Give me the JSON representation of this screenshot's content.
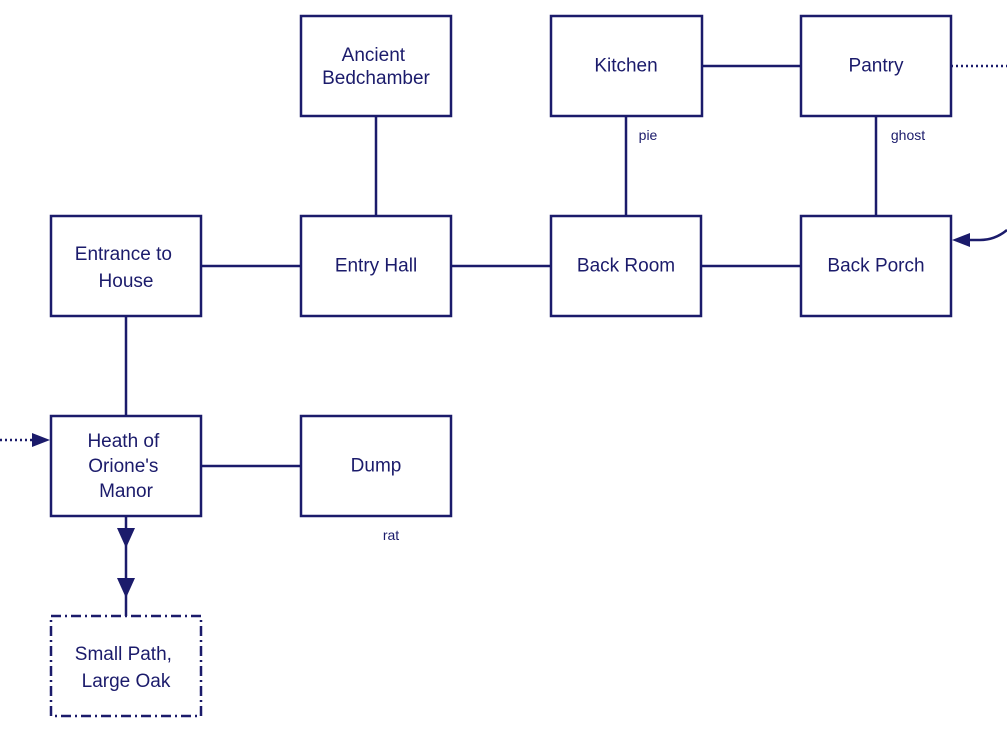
{
  "map": {
    "rooms": {
      "ancient_bedchamber": [
        "Ancient",
        "Bedchamber"
      ],
      "kitchen": [
        "Kitchen"
      ],
      "pantry": [
        "Pantry"
      ],
      "entrance_to_house": [
        "Entrance to",
        "House"
      ],
      "entry_hall": [
        "Entry Hall"
      ],
      "back_room": [
        "Back Room"
      ],
      "back_porch": [
        "Back Porch"
      ],
      "heath": [
        "Heath of",
        "Orione's",
        "Manor"
      ],
      "dump": [
        "Dump"
      ],
      "small_path": [
        "Small Path,",
        "Large Oak"
      ]
    },
    "objects": {
      "kitchen": "pie",
      "pantry": "ghost",
      "dump": "rat"
    }
  },
  "colors": {
    "ink": "#1b1b6b",
    "box_fill": "#ffffff",
    "background": "#ffffff"
  }
}
